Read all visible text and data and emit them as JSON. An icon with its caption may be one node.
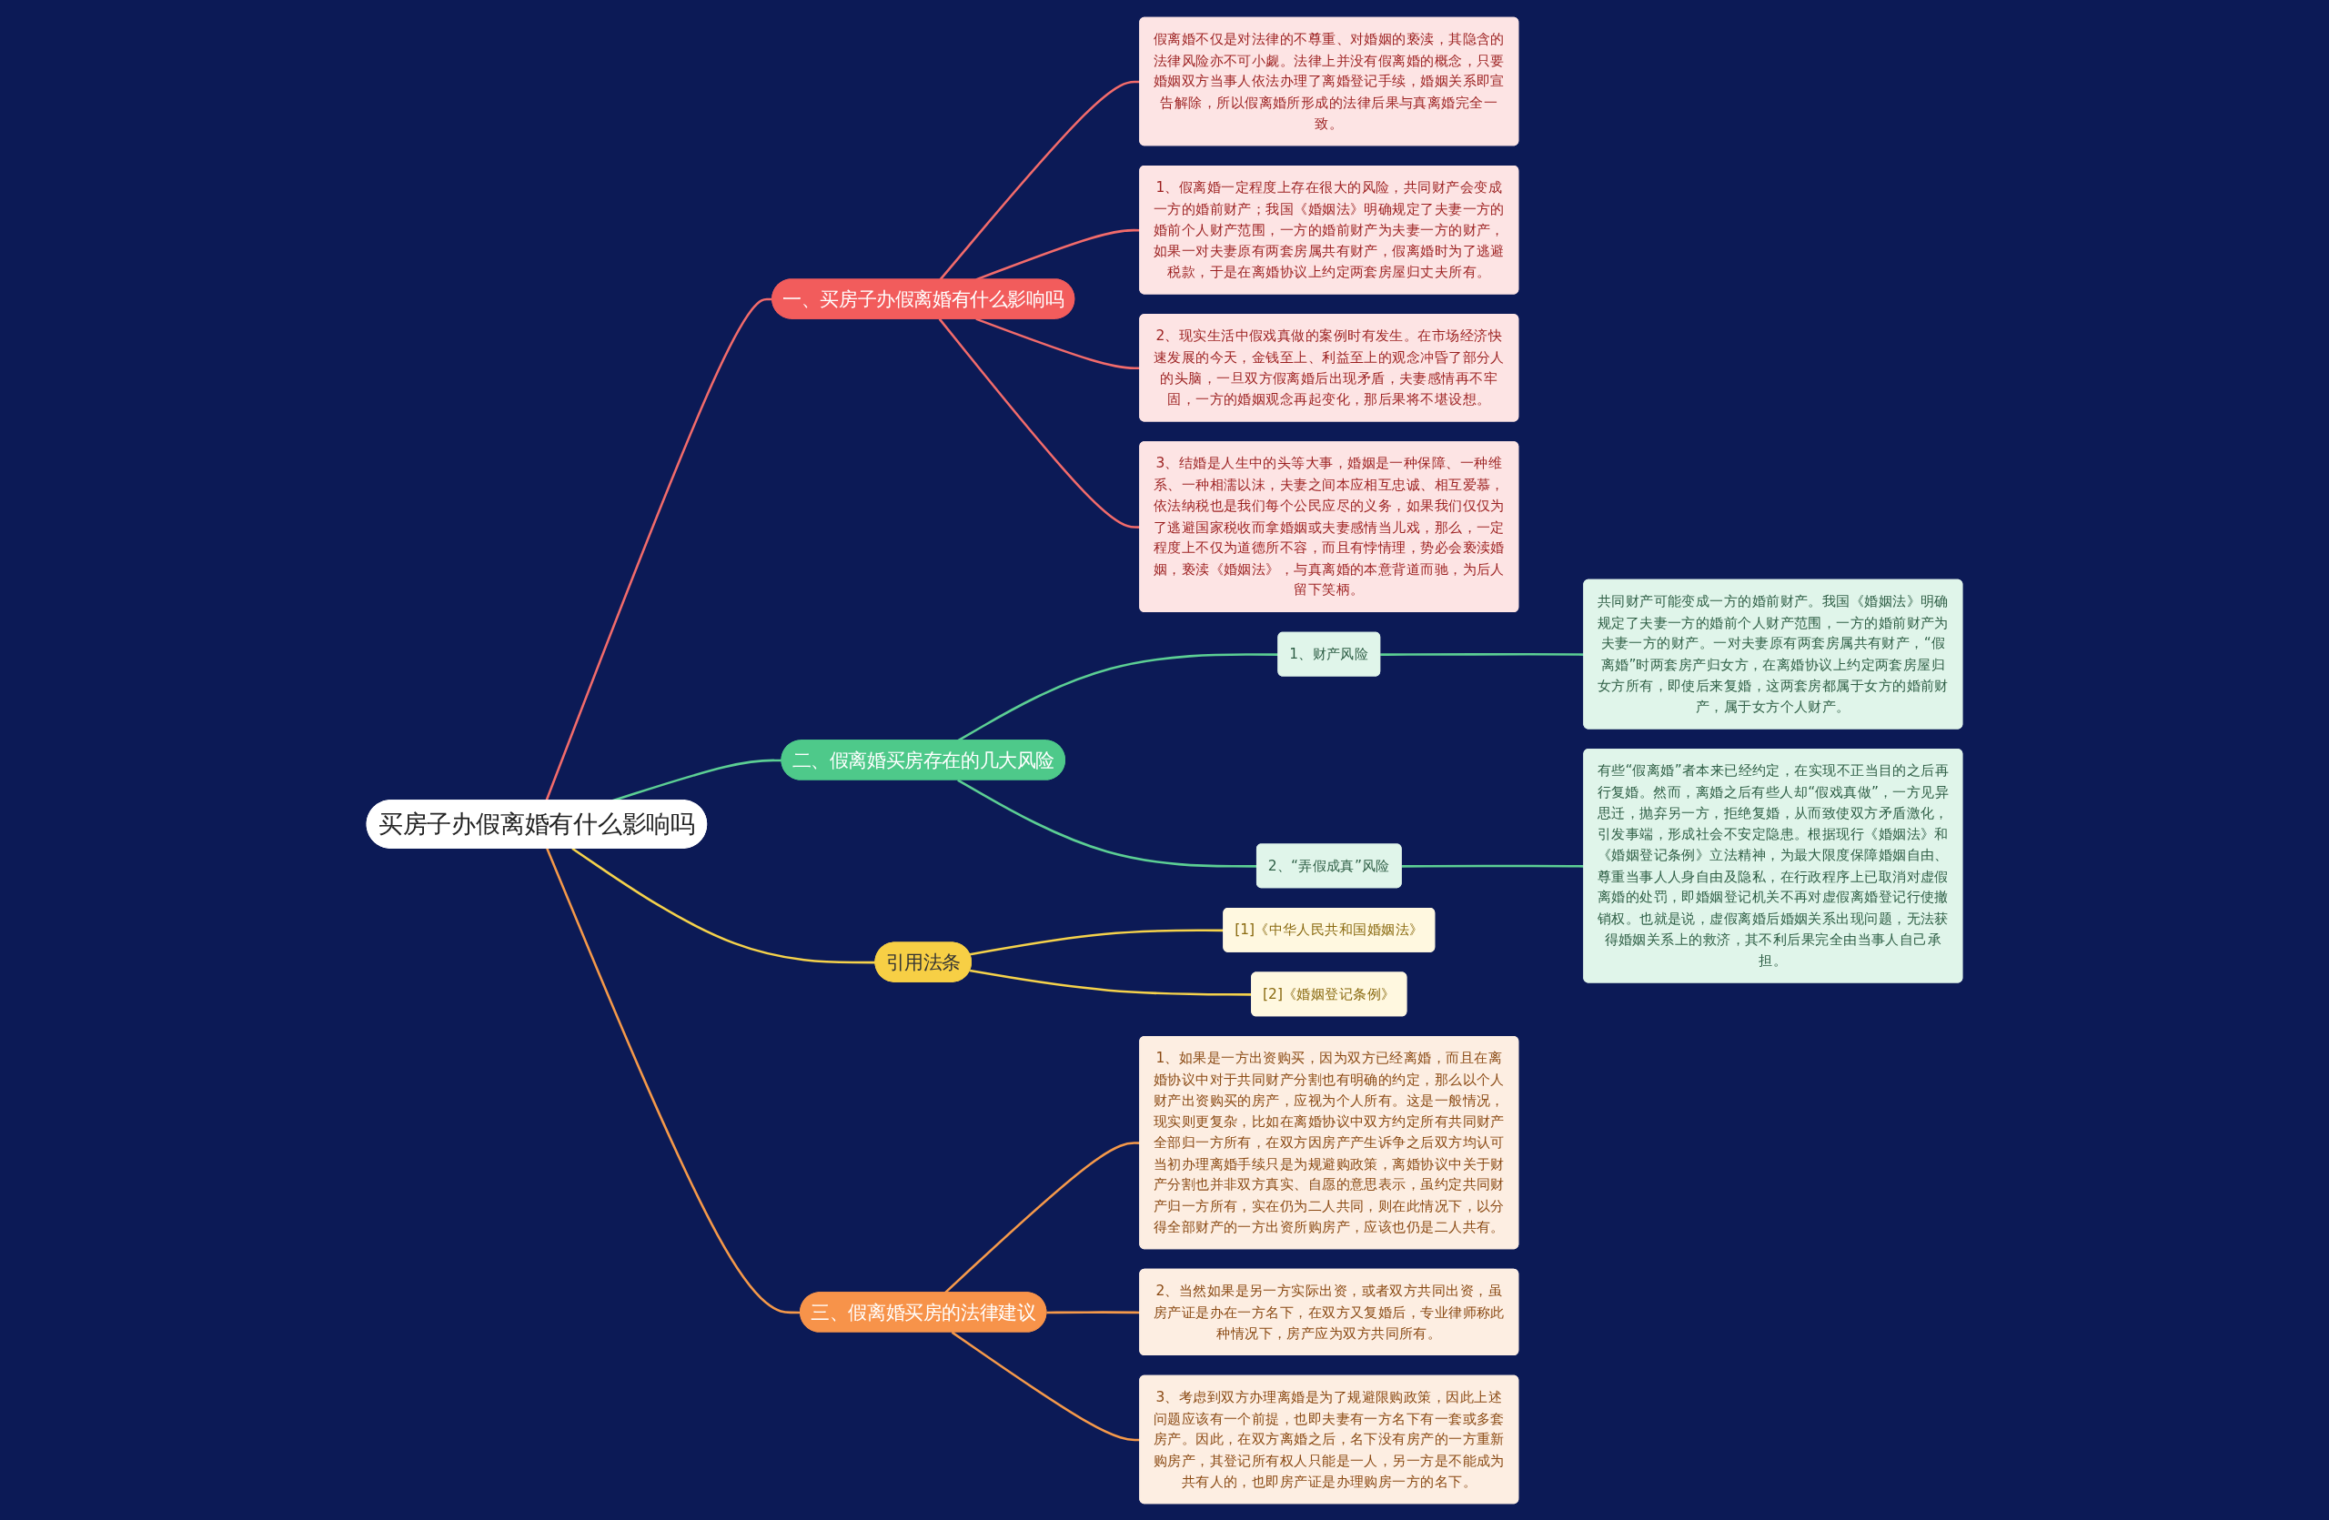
{
  "diagram": {
    "nodes": [
      {
        "text": [
          "买房子办假离婚有什么影响吗"
        ]
      },
      {
        "text": [
          "一、买房子办假离婚有什么影响吗"
        ]
      },
      {
        "text": [
          "假离婚不仅是对法律的不尊重、对婚姻的亵渎，其隐含的法律风险亦不可小觑。法律上并没有假离婚的概念，只要婚姻双方当事人依法办理了离婚登记手续，婚姻关系即宣告解除，所以假离婚所形成的法律后果与真离婚完全一致。"
        ]
      },
      {
        "text": [
          "1、假离婚一定程度上存在很大的风险，共同财产会变成一方的婚前财产；我国《婚姻法》明确规定了夫妻一方的婚前个人财产范围，一方的婚前财产为夫妻一方的财产，如果一对夫妻原有两套房属共有财产，假离婚时为了逃避税款，于是在离婚协议上约定两套房屋归丈夫所有。"
        ]
      },
      {
        "text": [
          "2、现实生活中假戏真做的案例时有发生。在市场经济快速发展的今天，金钱至上、利益至上的观念冲昏了部分人的头脑，一旦双方假离婚后出现矛盾，夫妻感情再不牢固，一方的婚姻观念再起变化，那后果将不堪设想。"
        ]
      },
      {
        "text": [
          "3、结婚是人生中的头等大事，婚姻是一种保障、一种维系、一种相濡以沫，夫妻之间本应相互忠诚、相互爱慕，依法纳税也是我们每个公民应尽的义务，如果我们仅仅为了逃避国家税收而拿婚姻或夫妻感情当儿戏，那么，一定程度上不仅为道德所不容，而且有悖情理，势必会亵渎婚姻，亵渎《婚姻法》，与真离婚的本意背道而驰，为后人留下笑柄。"
        ]
      },
      {
        "text": [
          "二、假离婚买房存在的几大风险"
        ]
      },
      {
        "text": [
          "1、财产风险"
        ]
      },
      {
        "text": [
          "共同财产可能变成一方的婚前财产。我国《婚姻法》明确规定了夫妻一方的婚前个人财产范围，一方的婚前财产为夫妻一方的财产。一对夫妻原有两套房属共有财产，“假离婚”时两套房产归女方，在离婚协议上约定两套房屋归女方所有，即使后来复婚，这两套房都属于女方的婚前财产，属于女方个人财产。"
        ]
      },
      {
        "text": [
          "2、“弄假成真”风险"
        ]
      },
      {
        "text": [
          "有些“假离婚”者本来已经约定，在实现不正当目的之后再行复婚。然而，离婚之后有些人却“假戏真做”，一方见异思迁，抛弃另一方，拒绝复婚，从而致使双方矛盾激化，引发事端，形成社会不安定隐患。根据现行《婚姻法》和《婚姻登记条例》立法精神，为最大限度保障婚姻自由、尊重当事人人身自由及隐私，在行政程序上已取消对虚假离婚的处罚，即婚姻登记机关不再对虚假离婚登记行使撤销权。也就是说，虚假离婚后婚姻关系出现问题，无法获得婚姻关系上的救济，其不利后果完全由当事人自己承担。"
        ]
      },
      {
        "text": [
          "引用法条"
        ]
      },
      {
        "text": [
          "[1]《中华人民共和国婚姻法》"
        ]
      },
      {
        "text": [
          "[2]《婚姻登记条例》"
        ]
      },
      {
        "text": [
          "三、假离婚买房的法律建议"
        ]
      },
      {
        "text": [
          "1、如果是一方出资购买，因为双方已经离婚，而且在离婚协议中对于共同财产分割也有明确的约定，那么以个人财产出资购买的房产，应视为个人所有。这是一般情况，现实则更复杂，比如在离婚协议中双方约定所有共同财产全部归一方所有，在双方因房产产生诉争之后双方均认可当初办理离婚手续只是为规避购政策，离婚协议中关于财产分割也并非双方真实、自愿的意思表示，虽约定共同财产归一方所有，实在仍为二人共同，则在此情况下，以分得全部财产的一方出资所购房产，应该也仍是二人共有。"
        ]
      },
      {
        "text": [
          "2、当然如果是另一方实际出资，或者双方共同出资，虽房产证是办在一方名下，在双方又复婚后，专业律师称此种情况下，房产应为双方共同所有。"
        ]
      },
      {
        "text": [
          "3、考虑到双方办理离婚是为了规避限购政策，因此上述问题应该有一个前提，也即夫妻有一方名下有一套或多套房产。因此，在双方离婚之后，名下没有房产的一方重新购房产，其登记所有权人只能是一人，另一方是不能成为共有人的，也即房产证是办理购房一方的名下。"
        ]
      }
    ],
    "edges": [
      {
        "from": 0,
        "to": 1,
        "arrow": "none",
        "color": "#f26b6b"
      },
      {
        "from": 1,
        "to": 2,
        "arrow": "none",
        "color": "#f26b6b"
      },
      {
        "from": 1,
        "to": 3,
        "arrow": "none",
        "color": "#f26b6b"
      },
      {
        "from": 1,
        "to": 4,
        "arrow": "none",
        "color": "#f26b6b"
      },
      {
        "from": 1,
        "to": 5,
        "arrow": "none",
        "color": "#f26b6b"
      },
      {
        "from": 0,
        "to": 6,
        "arrow": "none",
        "color": "#5ccf94"
      },
      {
        "from": 6,
        "to": 7,
        "arrow": "none",
        "color": "#5ccf94"
      },
      {
        "from": 7,
        "to": 8,
        "arrow": "none",
        "color": "#5ccf94"
      },
      {
        "from": 6,
        "to": 9,
        "arrow": "none",
        "color": "#5ccf94"
      },
      {
        "from": 9,
        "to": 10,
        "arrow": "none",
        "color": "#5ccf94"
      },
      {
        "from": 0,
        "to": 11,
        "arrow": "none",
        "color": "#f5d24b"
      },
      {
        "from": 11,
        "to": 12,
        "arrow": "none",
        "color": "#f5d24b"
      },
      {
        "from": 11,
        "to": 13,
        "arrow": "none",
        "color": "#f5d24b"
      },
      {
        "from": 0,
        "to": 14,
        "arrow": "none",
        "color": "#f5994a"
      },
      {
        "from": 14,
        "to": 15,
        "arrow": "none",
        "color": "#f5994a"
      },
      {
        "from": 14,
        "to": 16,
        "arrow": "none",
        "color": "#f5994a"
      },
      {
        "from": 14,
        "to": 17,
        "arrow": "none",
        "color": "#f5994a"
      }
    ]
  }
}
